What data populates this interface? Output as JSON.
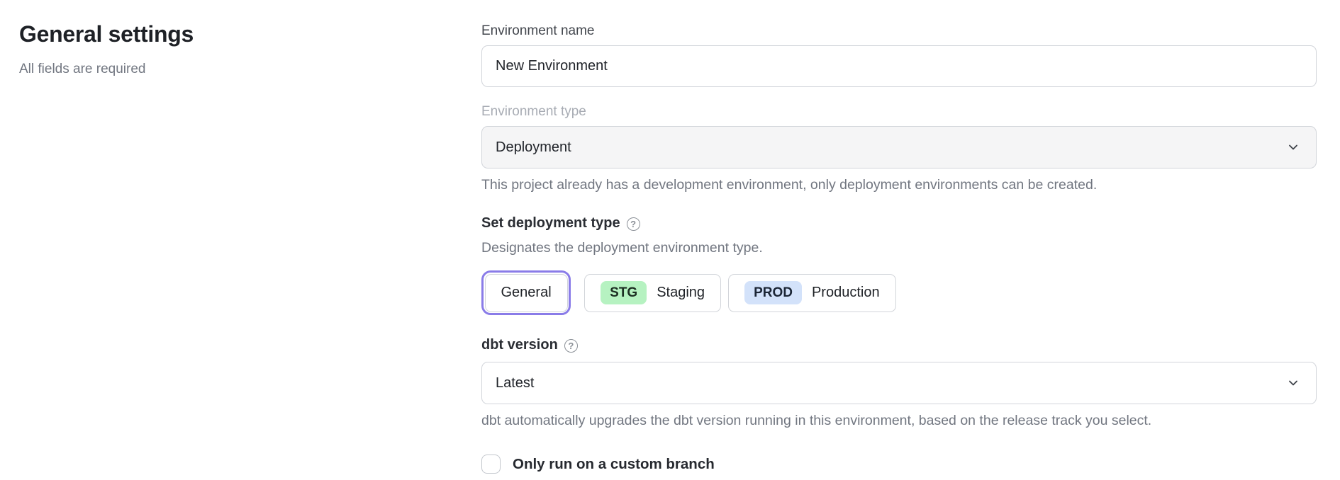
{
  "page": {
    "title": "General settings",
    "subtitle": "All fields are required"
  },
  "form": {
    "environment_name": {
      "label": "Environment name",
      "value": "New Environment"
    },
    "environment_type": {
      "label": "Environment type",
      "value": "Deployment",
      "helper": "This project already has a development environment, only deployment environments can be created."
    },
    "deployment_type": {
      "label": "Set deployment type",
      "helper": "Designates the deployment environment type.",
      "options": [
        {
          "label": "General",
          "badge": "",
          "selected": true
        },
        {
          "label": "Staging",
          "badge": "STG",
          "selected": false
        },
        {
          "label": "Production",
          "badge": "PROD",
          "selected": false
        }
      ]
    },
    "dbt_version": {
      "label": "dbt version",
      "value": "Latest",
      "helper": "dbt automatically upgrades the dbt version running in this environment, based on the release track you select."
    },
    "custom_branch": {
      "label": "Only run on a custom branch",
      "checked": false
    }
  },
  "icons": {
    "help": "?",
    "chevron_down": "chevron-down"
  },
  "colors": {
    "accent_purple": "#8a7ce8",
    "badge_staging": "#b6f2c1",
    "badge_production": "#d3e2fa",
    "border": "#d2d5da",
    "text_primary": "#21242a",
    "text_secondary": "#717680",
    "disabled_bg": "#f5f5f6"
  }
}
